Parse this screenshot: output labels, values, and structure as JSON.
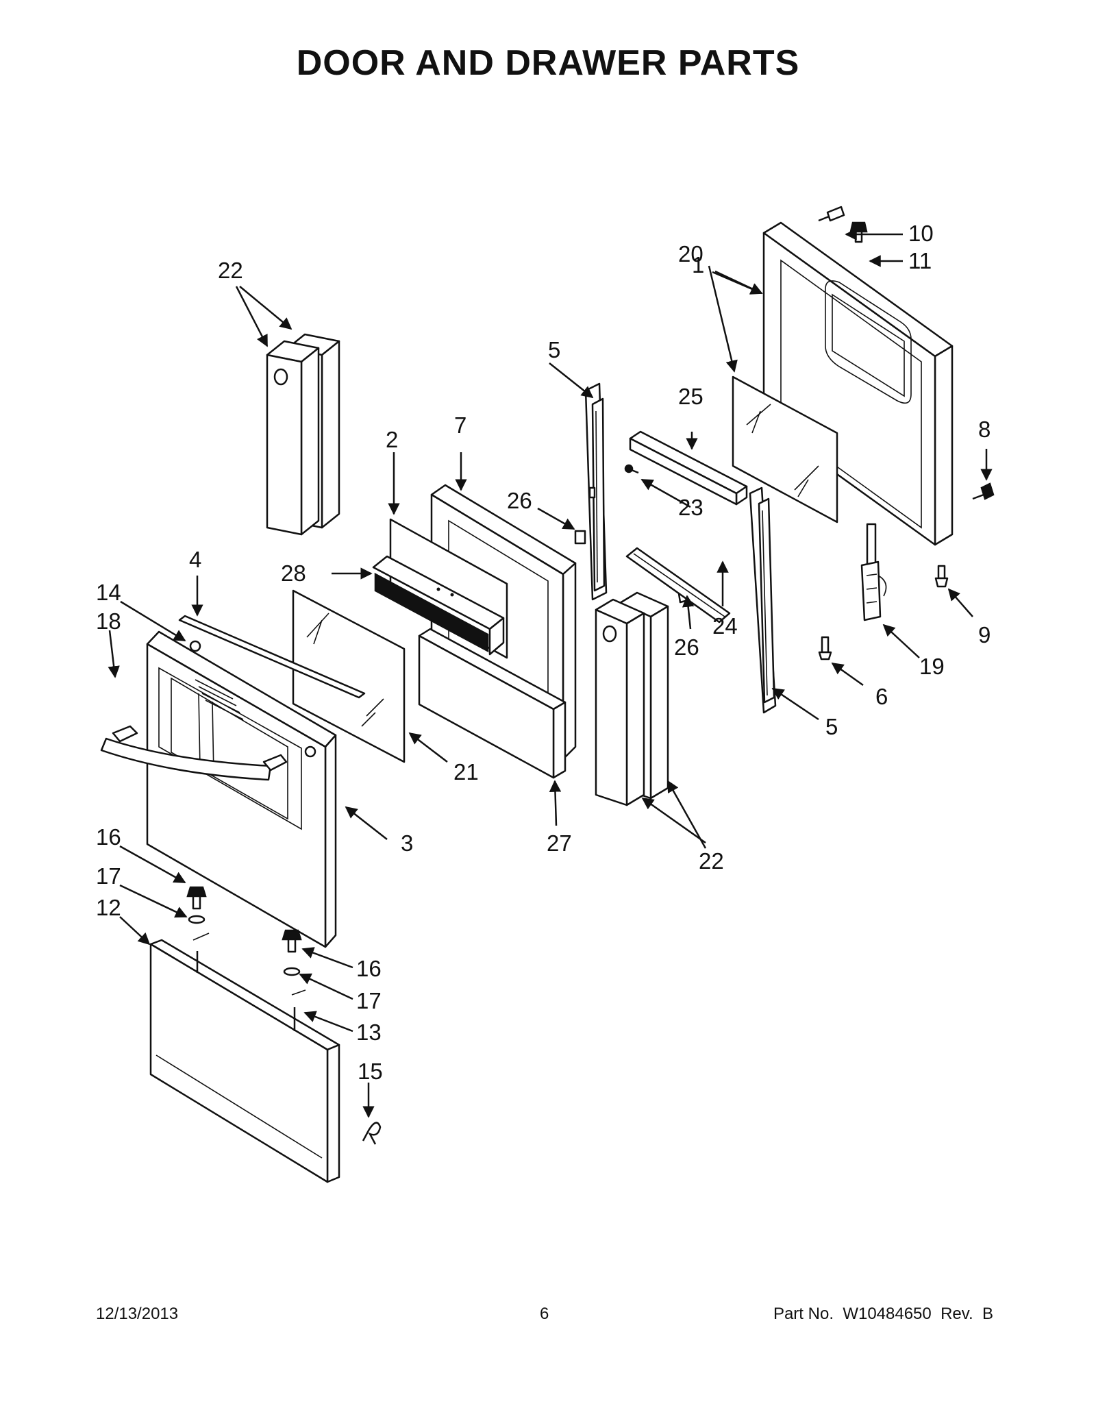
{
  "title": "DOOR AND DRAWER PARTS",
  "footer": {
    "date": "12/13/2013",
    "page": "6",
    "part_no": "Part No.  W10484650  Rev.  B"
  },
  "callouts": {
    "c1": "1",
    "c2": "2",
    "c3": "3",
    "c4": "4",
    "c5a": "5",
    "c5b": "5",
    "c6": "6",
    "c7": "7",
    "c8": "8",
    "c9": "9",
    "c10": "10",
    "c11": "11",
    "c12": "12",
    "c13": "13",
    "c14": "14",
    "c15": "15",
    "c16a": "16",
    "c16b": "16",
    "c17a": "17",
    "c17b": "17",
    "c18": "18",
    "c19": "19",
    "c20": "20",
    "c21": "21",
    "c22a": "22",
    "c22b": "22",
    "c23": "23",
    "c24": "24",
    "c25": "25",
    "c26a": "26",
    "c26b": "26",
    "c27": "27",
    "c28": "28"
  }
}
